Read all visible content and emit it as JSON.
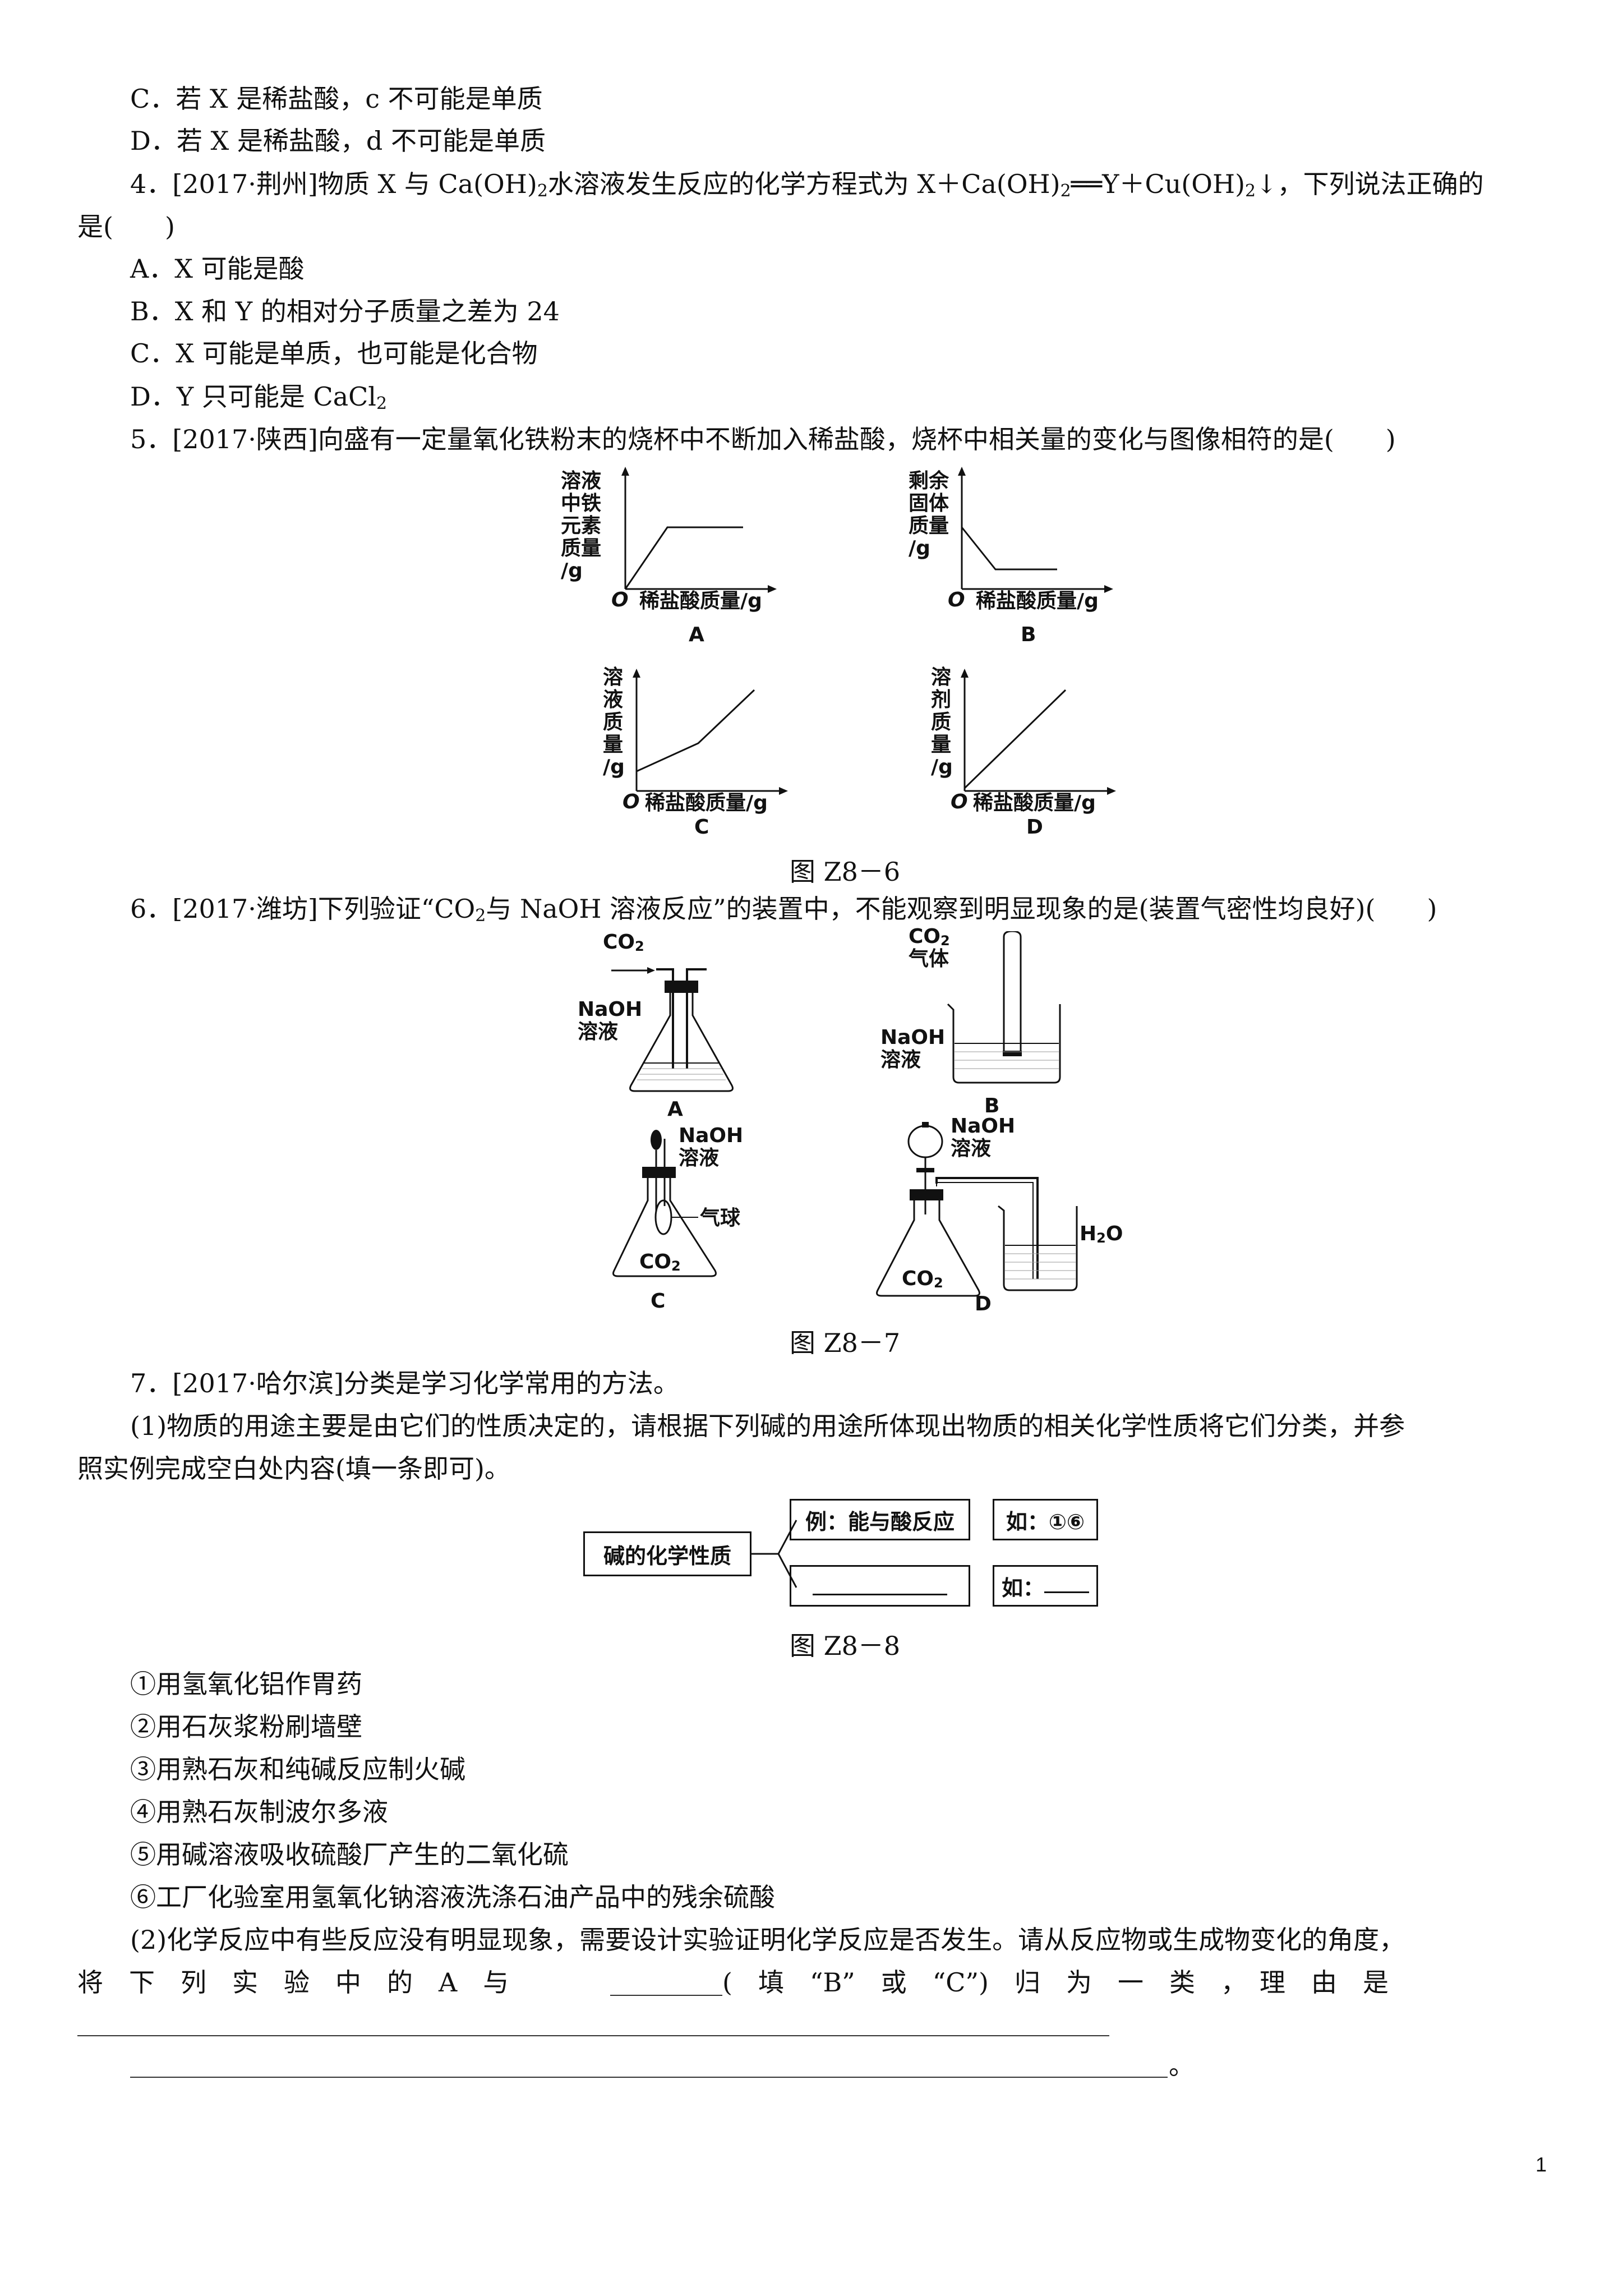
{
  "lines": {
    "q3c": "C．若 X 是稀盐酸，c 不可能是单质",
    "q3d": "D．若 X 是稀盐酸，d 不可能是单质",
    "q4_line1_a": "4．[2017·荆州]物质 X 与 Ca(OH)",
    "q4_line1_b": "水溶液发生反应的化学方程式为 X＋Ca(OH)",
    "q4_line1_c": "══Y＋Cu(OH)",
    "q4_line1_d": "↓，下列说法正确的",
    "q4_line2": "是(　　)",
    "q4a": "A．X 可能是酸",
    "q4b": "B．X 和 Y 的相对分子质量之差为 24",
    "q4c": "C．X 可能是单质，也可能是化合物",
    "q4d_a": "D．Y 只可能是 CaCl",
    "q5": "5．[2017·陕西]向盛有一定量氧化铁粉末的烧杯中不断加入稀盐酸，烧杯中相关量的变化与图像相符的是(　　)",
    "q6_a": "6．[2017·潍坊]下列验证“CO",
    "q6_b": "与 NaOH 溶液反应”的装置中，不能观察到明显现象的是(装置气密性均良好)(　　)",
    "q7": "7．[2017·哈尔滨]分类是学习化学常用的方法。",
    "q7_1_line1": "(1)物质的用途主要是由它们的性质决定的，请根据下列碱的用途所体现出物质的相关化学性质将它们分类，并参",
    "q7_1_line2": "照实例完成空白处内容(填一条即可)。",
    "u1": "①用氢氧化铝作胃药",
    "u2": "②用石灰浆粉刷墙壁",
    "u3": "③用熟石灰和纯碱反应制火碱",
    "u4": "④用熟石灰制波尔多液",
    "u5": "⑤用碱溶液吸收硫酸厂产生的二氧化硫",
    "u6": "⑥工厂化验室用氢氧化钠溶液洗涤石油产品中的残余硫酸",
    "q7_2_line1": "(2)化学反应中有些反应没有明显现象，需要设计实验证明化学反应是否发生。请从反应物或生成物变化的角度，",
    "q7_2_line2_a": "将　下　列　实　验　中　的　A　与",
    "q7_2_line2_b": "(　填　“B”　或　“C”)　归　为　一　类　，　理　由　是",
    "q7_2_end": "。",
    "sub2": "2"
  },
  "fig86": {
    "caption": "图 Z8－6",
    "A": {
      "ylabel": [
        "溶液",
        "中铁",
        "元素",
        "质量",
        "/g"
      ],
      "xlabel": "稀盐酸质量/g",
      "origin": "O",
      "letter": "A"
    },
    "B": {
      "ylabel": [
        "剩余",
        "固体",
        "质量",
        "/g"
      ],
      "xlabel": "稀盐酸质量/g",
      "origin": "O",
      "letter": "B"
    },
    "C": {
      "ylabel": [
        "溶",
        "液",
        "质",
        "量",
        "/g"
      ],
      "xlabel": "稀盐酸质量/g",
      "origin": "O",
      "letter": "C"
    },
    "D": {
      "ylabel": [
        "溶",
        "剂",
        "质",
        "量",
        "/g"
      ],
      "xlabel": "稀盐酸质量/g",
      "origin": "O",
      "letter": "D"
    }
  },
  "fig87": {
    "caption": "图 Z8－7",
    "A": {
      "gas": "CO",
      "sol1": "NaOH",
      "sol2": "溶液",
      "letter": "A"
    },
    "B": {
      "gas": "CO",
      "gas2": "气体",
      "sol1": "NaOH",
      "sol2": "溶液",
      "letter": "B"
    },
    "C": {
      "sol1": "NaOH",
      "sol2": "溶液",
      "balloon": "气球",
      "gas": "CO",
      "letter": "C"
    },
    "D": {
      "sol1": "NaOH",
      "sol2": "溶液",
      "water": "H",
      "water2": "O",
      "gas": "CO",
      "letter": "D"
    }
  },
  "fig88": {
    "caption": "图 Z8－8",
    "main": "碱的化学性质",
    "ex": "例：能与酸反应",
    "ex_items": "如：①⑥",
    "blank_items": "如："
  },
  "page_number": "1"
}
